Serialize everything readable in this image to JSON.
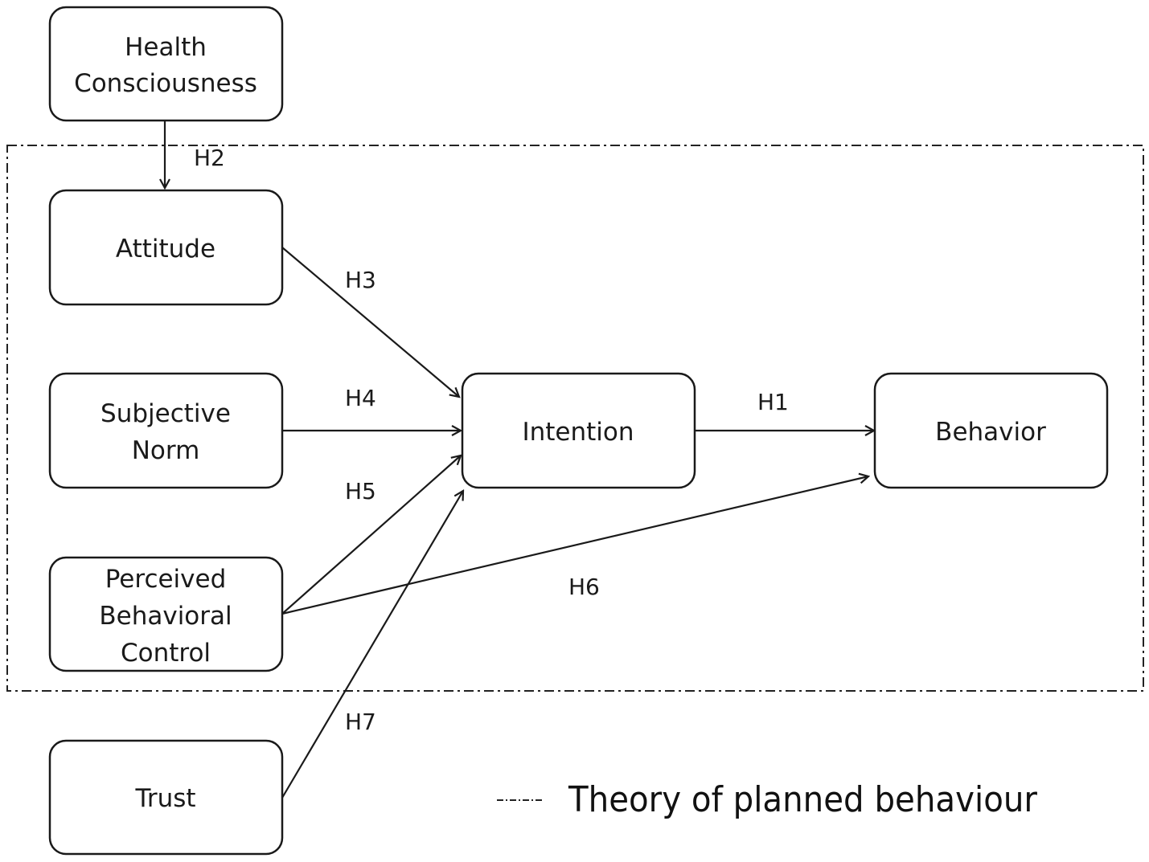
{
  "nodes": {
    "health_consciousness": [
      "Health",
      "Consciousness"
    ],
    "attitude": [
      "Attitude"
    ],
    "subjective_norm": [
      "Subjective",
      "Norm"
    ],
    "perceived_behavioral_control": [
      "Perceived",
      "Behavioral",
      "Control"
    ],
    "trust": [
      "Trust"
    ],
    "intention": [
      "Intention"
    ],
    "behavior": [
      "Behavior"
    ]
  },
  "hypotheses": {
    "h1": "H1",
    "h2": "H2",
    "h3": "H3",
    "h4": "H4",
    "h5": "H5",
    "h6": "H6",
    "h7": "H7"
  },
  "edges": [
    {
      "from": "health_consciousness",
      "to": "attitude",
      "label": "H2"
    },
    {
      "from": "attitude",
      "to": "intention",
      "label": "H3"
    },
    {
      "from": "subjective_norm",
      "to": "intention",
      "label": "H4"
    },
    {
      "from": "perceived_behavioral_control",
      "to": "intention",
      "label": "H5"
    },
    {
      "from": "perceived_behavioral_control",
      "to": "behavior",
      "label": "H6"
    },
    {
      "from": "trust",
      "to": "intention",
      "label": "H7"
    },
    {
      "from": "intention",
      "to": "behavior",
      "label": "H1"
    }
  ],
  "legend": {
    "label": "Theory of planned behaviour",
    "line_style": "dash-dot"
  }
}
